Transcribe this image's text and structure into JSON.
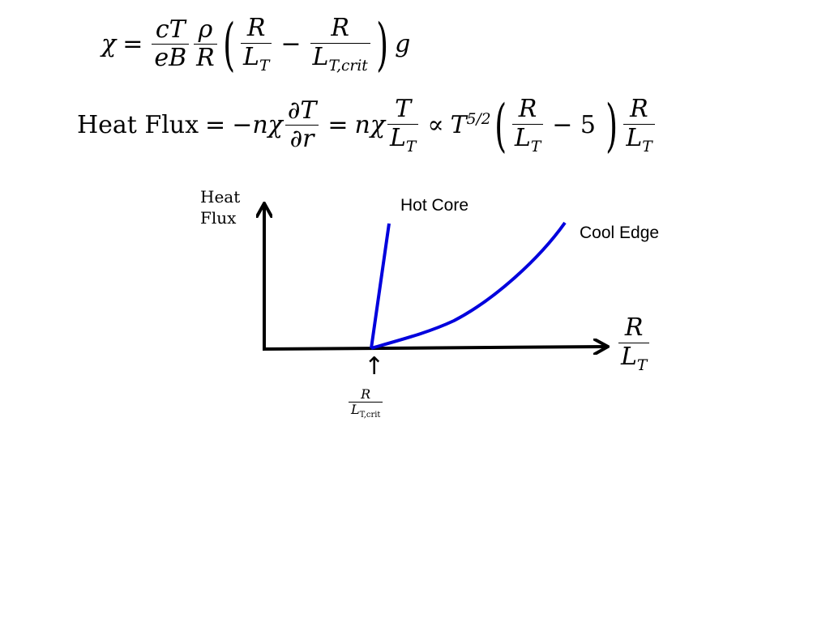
{
  "equations": {
    "eq1": {
      "lhs": "χ",
      "eq": "=",
      "f1_num": "cT",
      "f1_den": "eB",
      "f2_num": "ρ",
      "f2_den": "R",
      "f3_num": "R",
      "f3_den": "L",
      "f3_den_sub": "T",
      "minus": "−",
      "f4_num": "R",
      "f4_den": "L",
      "f4_den_sub": "T,crit",
      "tail": "g"
    },
    "eq2": {
      "lhs": "Heat Flux",
      "eq1": "=",
      "neg": "−nχ",
      "d_num": "∂T",
      "d_den": "∂r",
      "eq2": "=",
      "nchi": "nχ",
      "t_num": "T",
      "t_den": "L",
      "t_den_sub": "T",
      "prop": "∝",
      "pow_base": "T",
      "pow_exp": "5/2",
      "p_num": "R",
      "p_den": "L",
      "p_den_sub": "T",
      "minus5": "− 5",
      "r_num": "R",
      "r_den": "L",
      "r_den_sub": "T"
    }
  },
  "diagram": {
    "y_axis_label_line1": "Heat",
    "y_axis_label_line2": "Flux",
    "hot_core_label": "Hot Core",
    "cool_edge_label": "Cool Edge",
    "x_axis_num": "R",
    "x_axis_den": "L",
    "x_axis_den_sub": "T",
    "crit_num": "R",
    "crit_den": "L",
    "crit_den_sub": "T,crit",
    "crit_arrow": "↑",
    "curve_color": "#0000dd"
  }
}
